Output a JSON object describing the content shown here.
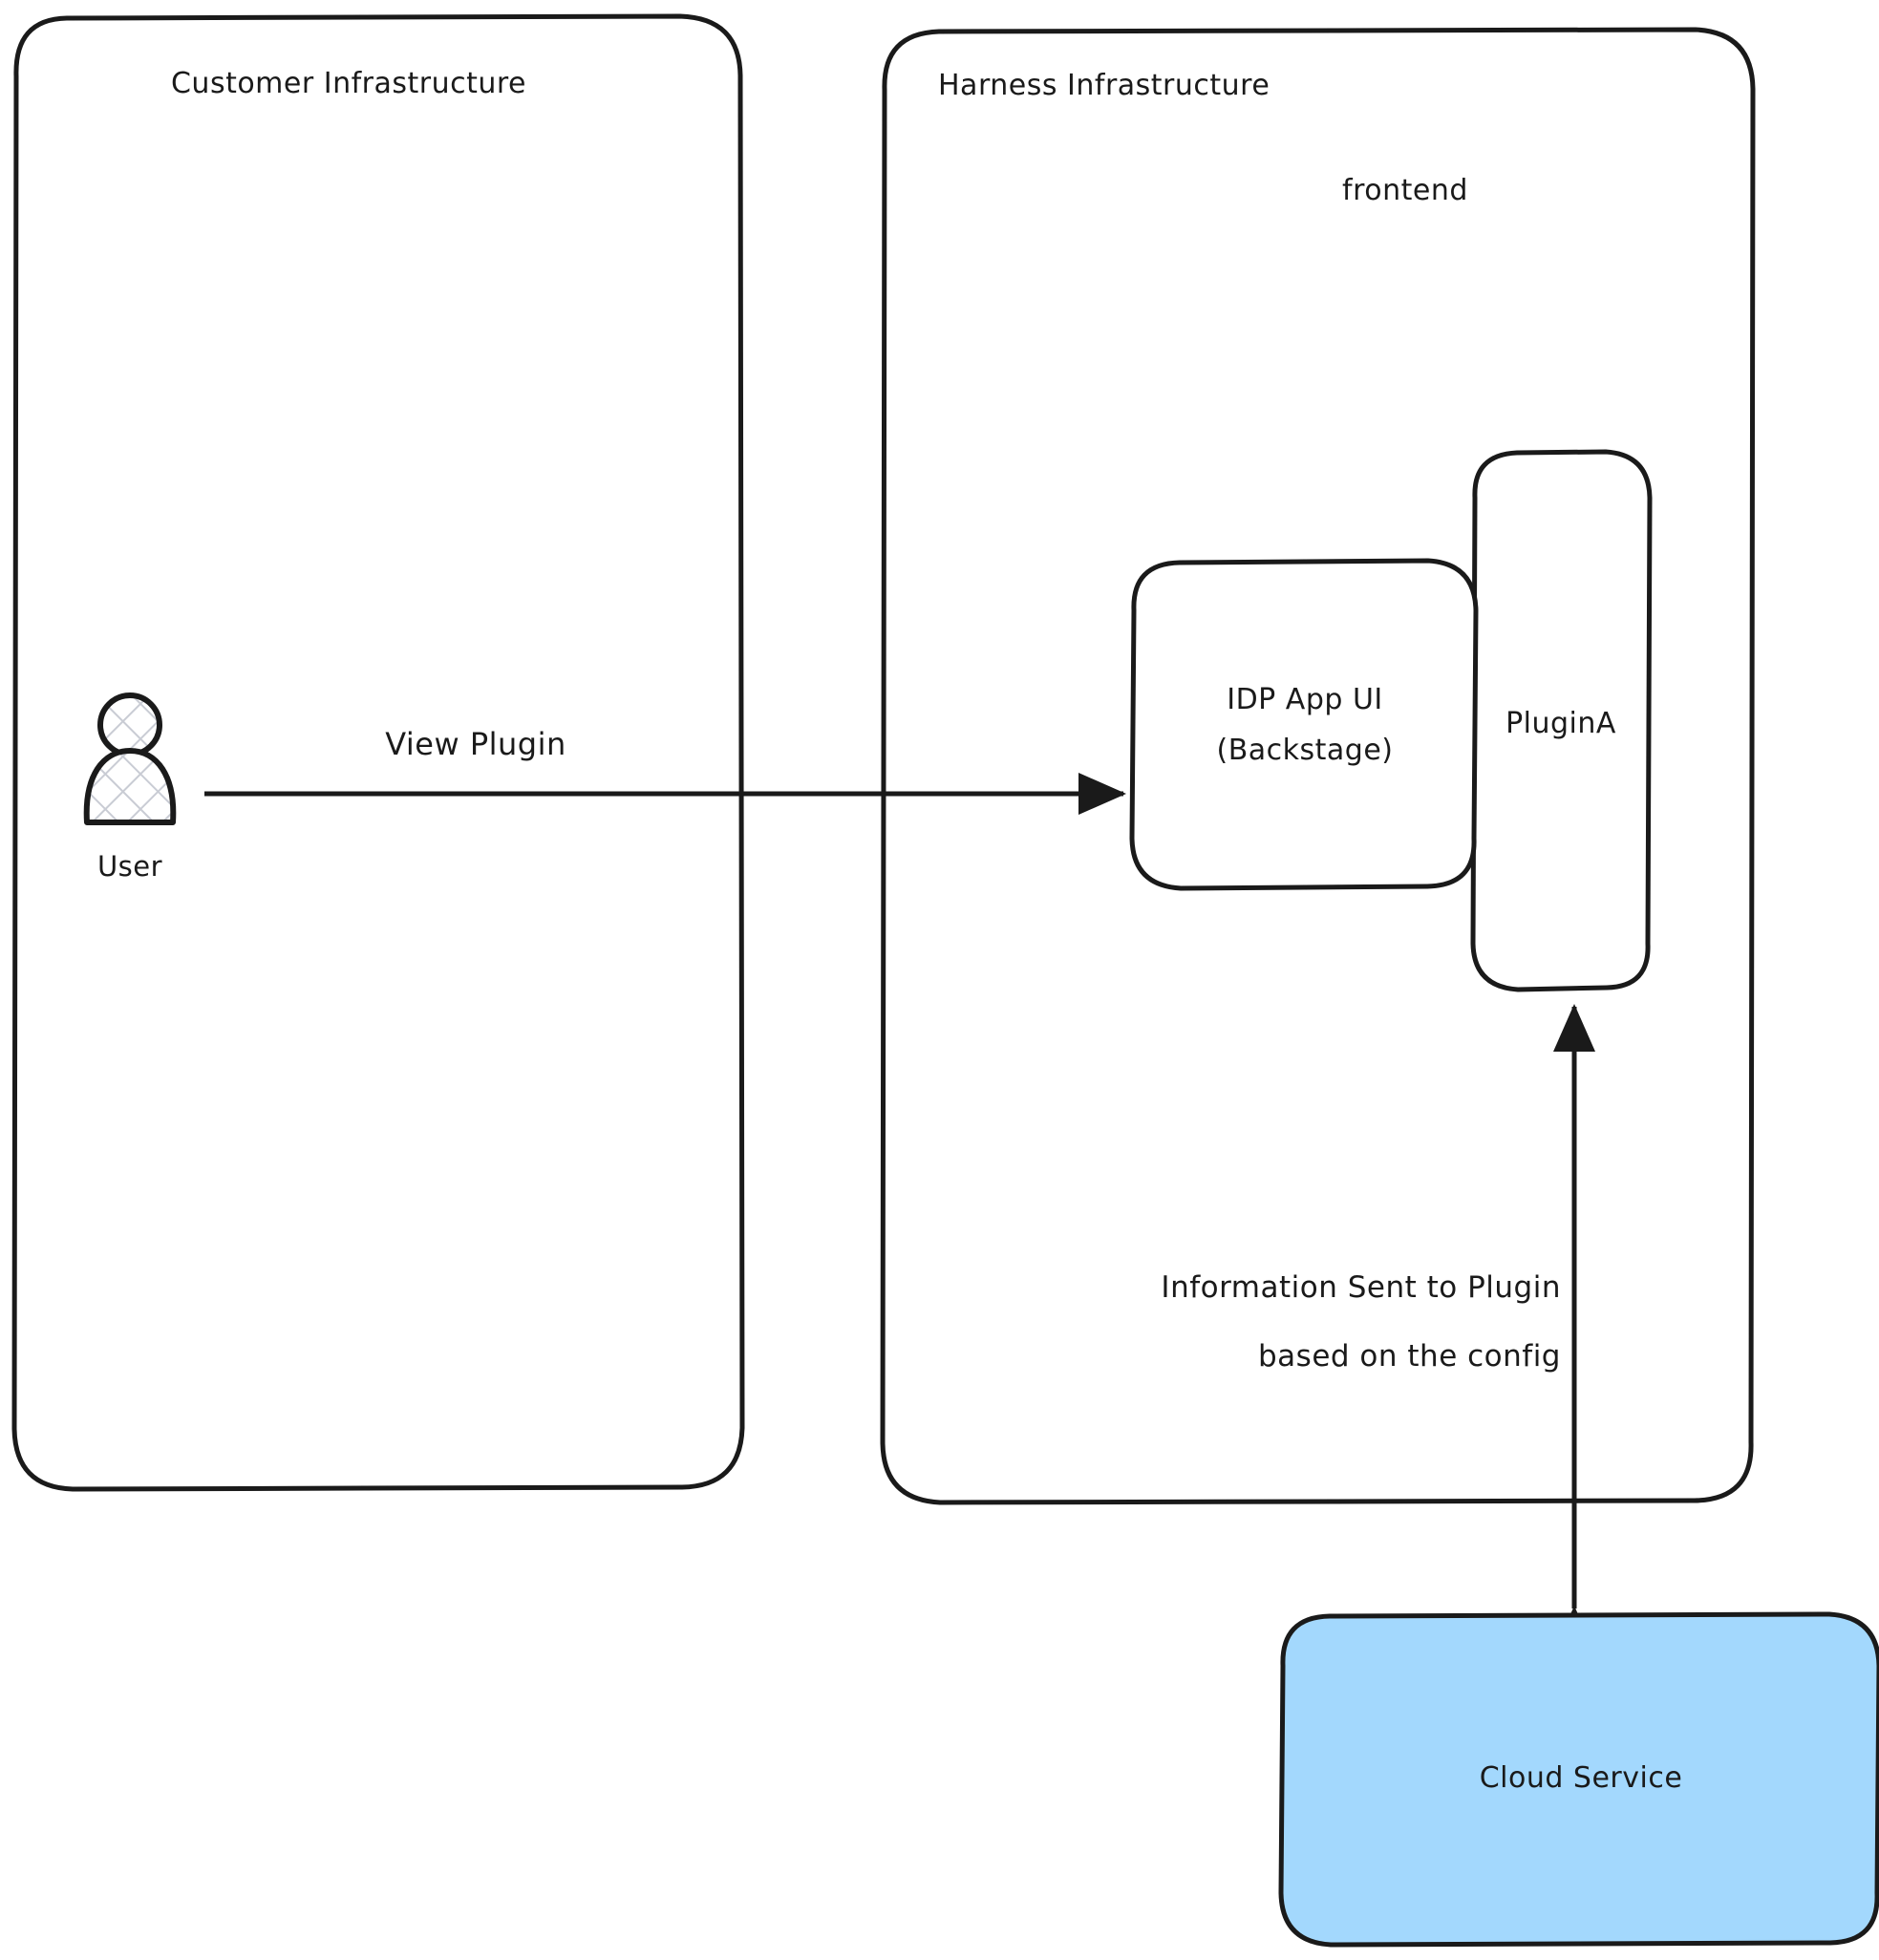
{
  "diagram": {
    "type": "architecture-flow-diagram",
    "style": "hand-drawn",
    "background_color": "#ffffff",
    "stroke_color": "#1a1a1a",
    "text_color": "#1a1a1a"
  },
  "containers": [
    {
      "id": "customer-infrastructure",
      "title": "Customer Infrastructure",
      "fill": "#ffffff",
      "stroke": "#1a1a1a"
    },
    {
      "id": "harness-infrastructure",
      "title": "Harness Infrastructure",
      "fill": "#ffffff",
      "stroke": "#1a1a1a"
    }
  ],
  "groups": [
    {
      "id": "frontend",
      "title": "frontend"
    }
  ],
  "actors": [
    {
      "id": "user",
      "label": "User",
      "icon": "user-person-icon",
      "fill_pattern": "cross-hatch"
    }
  ],
  "nodes": [
    {
      "id": "idp-app-ui",
      "label_line1": "IDP App UI",
      "label_line2": "(Backstage)",
      "fill": "#ffffff",
      "stroke": "#1a1a1a"
    },
    {
      "id": "plugin-a",
      "label": "PluginA",
      "fill": "#ffffff",
      "stroke": "#1a1a1a"
    },
    {
      "id": "cloud-service",
      "label": "Cloud Service",
      "fill": "#a3d8fd",
      "stroke": "#1a1a1a"
    }
  ],
  "edges": [
    {
      "id": "user-to-idp",
      "label": "View Plugin",
      "from": "user",
      "to": "idp-app-ui",
      "arrowheads": "end"
    },
    {
      "id": "cloud-to-plugin",
      "label_line1": "Information Sent to Plugin",
      "label_line2": "based on the config",
      "from": "cloud-service",
      "to": "plugin-a",
      "arrowheads": "both"
    }
  ]
}
